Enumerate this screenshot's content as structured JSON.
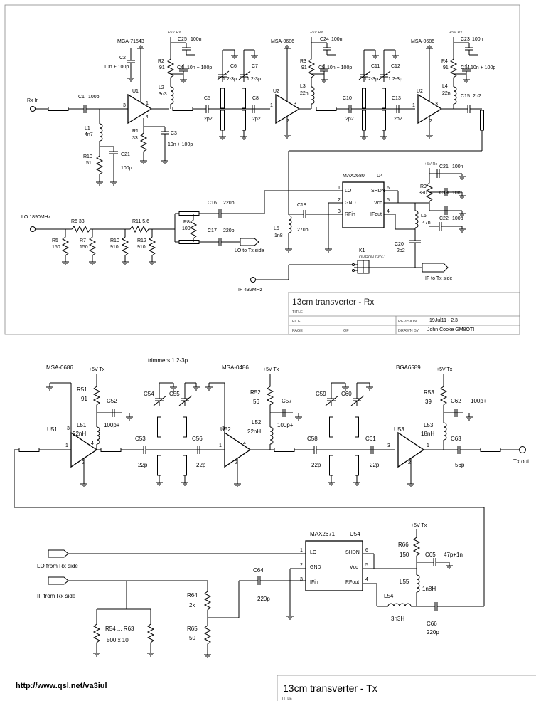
{
  "rx": {
    "title": "13cm transverter - Rx",
    "block_labels": {
      "title": "TITLE",
      "file": "FILE",
      "page": "PAGE",
      "of": "OF",
      "revision": "REVISION",
      "drawn_by": "DRAWN BY"
    },
    "revision_value": "19Jul11 - 2.3",
    "drawn_by_value": "John Cooke GM8OTI",
    "rx_in": "Rx In",
    "lo_in": "LO 1890MHz",
    "if_out": "IF 432MHz",
    "lo_to_tx": "LO to Tx side",
    "if_to_tx": "IF to Tx side",
    "u1_part": "MGA-71543",
    "u2_part": "MSA-0686",
    "u3_part": "MSA-0686",
    "u4_part": "MAX2680",
    "relay": "K1",
    "relay_part": "OMRON G6Y-1",
    "supply": "+5V Rx",
    "pins": {
      "lo": "LO",
      "gnd": "GND",
      "rfin": "RFin",
      "shdn": "SHDN",
      "vcc": "Vcc",
      "ifout": "IFout"
    },
    "components": {
      "c1": "C1",
      "c1v": "100p",
      "c2": "C2",
      "c2v": "10n + 100p",
      "c3": "C3",
      "c3v": "10n + 100p",
      "c4": "C4",
      "c4v": "10n + 100p",
      "c5": "C5",
      "c5v": "2p2",
      "c6": "C6",
      "c7": "C7",
      "trim": "1.2-3p",
      "c8": "C8",
      "c8v": "2p2",
      "c9": "C9",
      "c9v": "10n + 100p",
      "c10": "C10",
      "c10v": "2p2",
      "c11": "C11",
      "c12": "C12",
      "c13": "C13",
      "c13v": "2p2",
      "c14": "C14",
      "c14v": "10n + 100p",
      "c15": "C15",
      "c15v": "2p2",
      "c16": "C16",
      "c16v": "220p",
      "c17": "C17",
      "c17v": "220p",
      "c18": "C18",
      "c18v": "270p",
      "c19": "C19",
      "c19v": "10n",
      "c20": "C20",
      "c20v": "2p2",
      "c21": "C21",
      "c21v": "100p",
      "c21b": "C21",
      "c21bv": "100n",
      "c22": "C22",
      "c22v": "100p",
      "c23": "C23",
      "c23v": "100n",
      "c24": "C24",
      "c24v": "100n",
      "c25": "C25",
      "c25v": "100n",
      "r1": "R1",
      "r1v": "33",
      "r2": "R2",
      "r2v": "91",
      "r3": "R3",
      "r3v": "91",
      "r4": "R4",
      "r4v": "91",
      "r5": "R5",
      "r5v": "150",
      "r6": "R6 33",
      "r7": "R7",
      "r7v": "150",
      "r8": "R8",
      "r8v": "100",
      "r9": "R9",
      "r9v": "390",
      "r10": "R10",
      "r10v": "51",
      "r10b": "R10",
      "r10bv": "910",
      "r11": "R11 5.6",
      "r12": "R12",
      "r12v": "910",
      "l1": "L1",
      "l1v": "4n7",
      "l2": "L2",
      "l2v": "3n3",
      "l3": "L3",
      "l3v": "22n",
      "l4": "L4",
      "l4v": "22n",
      "l5": "L5",
      "l5v": "1n8",
      "l6": "L6",
      "l6v": "47n",
      "u1": "U1",
      "u2": "U2",
      "u3": "U2",
      "u4": "U4"
    }
  },
  "tx": {
    "title": "13cm transverter - Tx",
    "title_label": "TITLE",
    "trimmers": "trimmers 1.2-3p",
    "tx_out": "Tx out",
    "lo_from_rx": "LO from Rx side",
    "if_from_rx": "IF from Rx side",
    "supply": "+5V Tx",
    "u51_part": "MSA-0686",
    "u52_part": "MSA-0486",
    "u53_part": "BGA6589",
    "u54_part": "MAX2671",
    "pins": {
      "lo": "LO",
      "gnd": "GND",
      "ifin": "IFin",
      "shdn": "SHDN",
      "vcc": "Vcc",
      "rfout": "RFout"
    },
    "components": {
      "u51": "U51",
      "u52": "U52",
      "u53": "U53",
      "u54": "U54",
      "r51": "R51",
      "r51v": "91",
      "r52": "R52",
      "r52v": "56",
      "r53": "R53",
      "r53v": "39",
      "r54": "R54 ... R63",
      "r54v": "500 x 10",
      "r64": "R64",
      "r64v": "2k",
      "r65": "R65",
      "r65v": "50",
      "r66": "R66",
      "r66v": "150",
      "l51": "L51",
      "l51v": "22nH",
      "l52": "L52",
      "l52v": "22nH",
      "l53": "L53",
      "l53v": "18nH",
      "l54": "L54",
      "l54v": "3n3H",
      "l55": "L55",
      "l55v": "1n8H",
      "c52": "C52",
      "c52v": "100p+",
      "c53": "C53",
      "c53v": "22p",
      "c54": "C54",
      "c55": "C55",
      "c56": "C56",
      "c56v": "22p",
      "c57": "C57",
      "c57v": "100p+",
      "c58": "C58",
      "c58v": "22p",
      "c59": "C59",
      "c60": "C60",
      "c61": "C61",
      "c61v": "22p",
      "c62": "C62",
      "c62v": "100p+",
      "c63": "C63",
      "c63v": "56p",
      "c64": "C64",
      "c64v": "220p",
      "c65": "C65",
      "c65v": "47p+1n",
      "c66": "C66",
      "c66v": "220p"
    }
  },
  "url": "http://www.qsl.net/va3iul"
}
